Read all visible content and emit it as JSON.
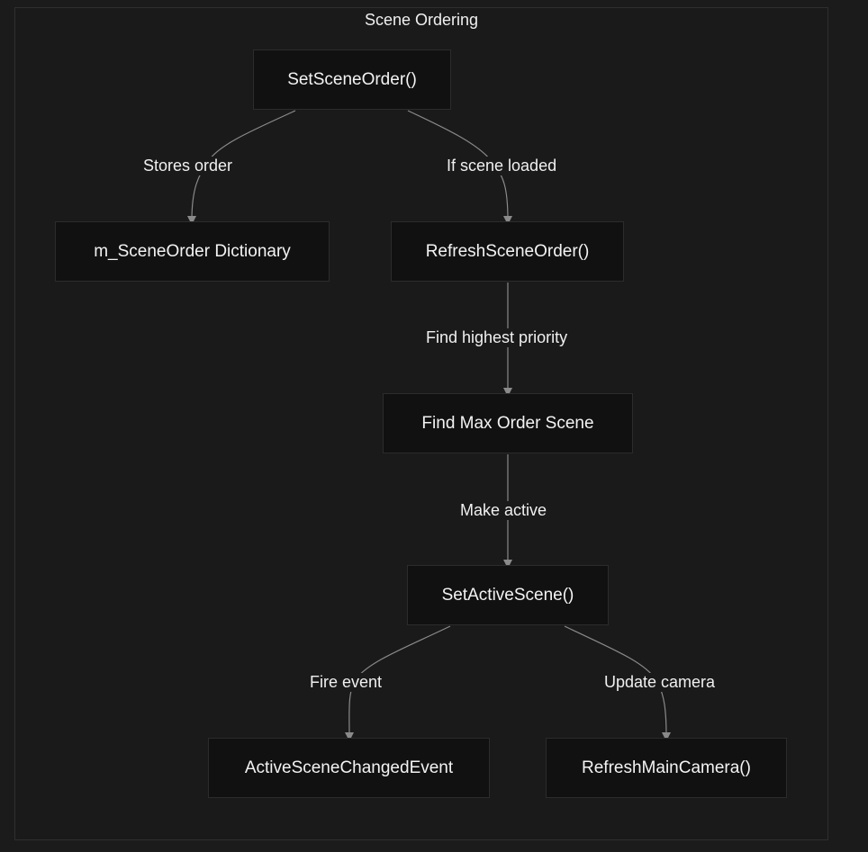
{
  "diagram": {
    "group_title": "Scene Ordering",
    "nodes": {
      "set_scene_order": "SetSceneOrder()",
      "scene_order_dictionary": "m_SceneOrder Dictionary",
      "refresh_scene_order": "RefreshSceneOrder()",
      "find_max_order_scene": "Find Max Order Scene",
      "set_active_scene": "SetActiveScene()",
      "active_scene_changed_event": "ActiveSceneChangedEvent",
      "refresh_main_camera": "RefreshMainCamera()"
    },
    "edges": {
      "stores_order": "Stores order",
      "if_scene_loaded": "If scene loaded",
      "find_highest_priority": "Find highest priority",
      "make_active": "Make active",
      "fire_event": "Fire event",
      "update_camera": "Update camera"
    }
  },
  "colors": {
    "background": "#1b1b1b",
    "node_fill": "#111111",
    "node_border": "#2c2c2c",
    "edge_stroke": "#8a8a8a",
    "text": "#f2f2f2"
  }
}
